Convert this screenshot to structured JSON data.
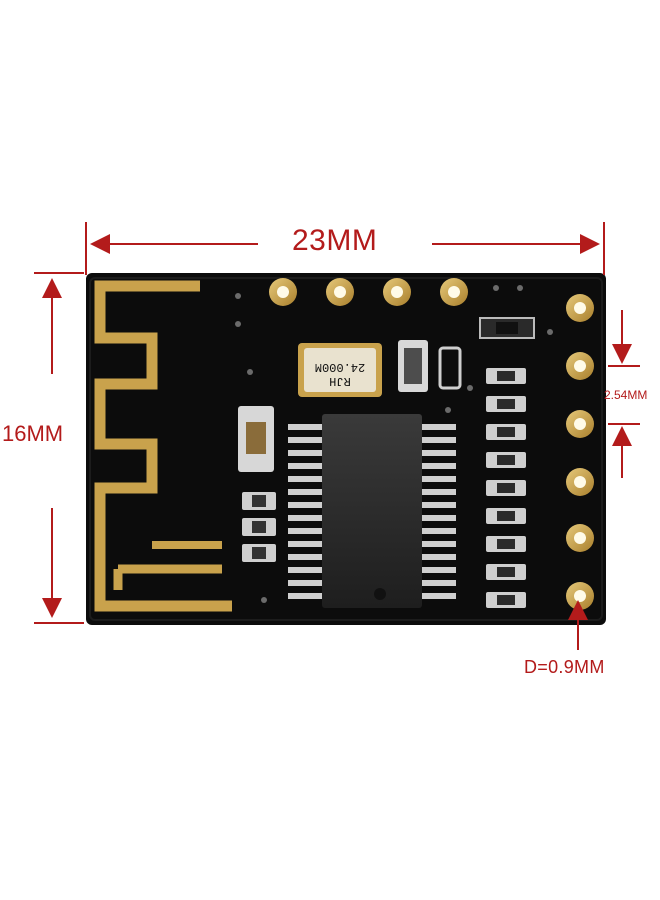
{
  "dimensions": {
    "width": "23MM",
    "height": "16MM",
    "pitch": "2.54MM",
    "hole_diameter": "D=0.9MM"
  },
  "crystal": {
    "line1": "24.000M",
    "line2": "RJH"
  },
  "colors": {
    "board": "#0c0c0c",
    "gold": "#c9a24c",
    "annotation": "#b31b1b"
  }
}
